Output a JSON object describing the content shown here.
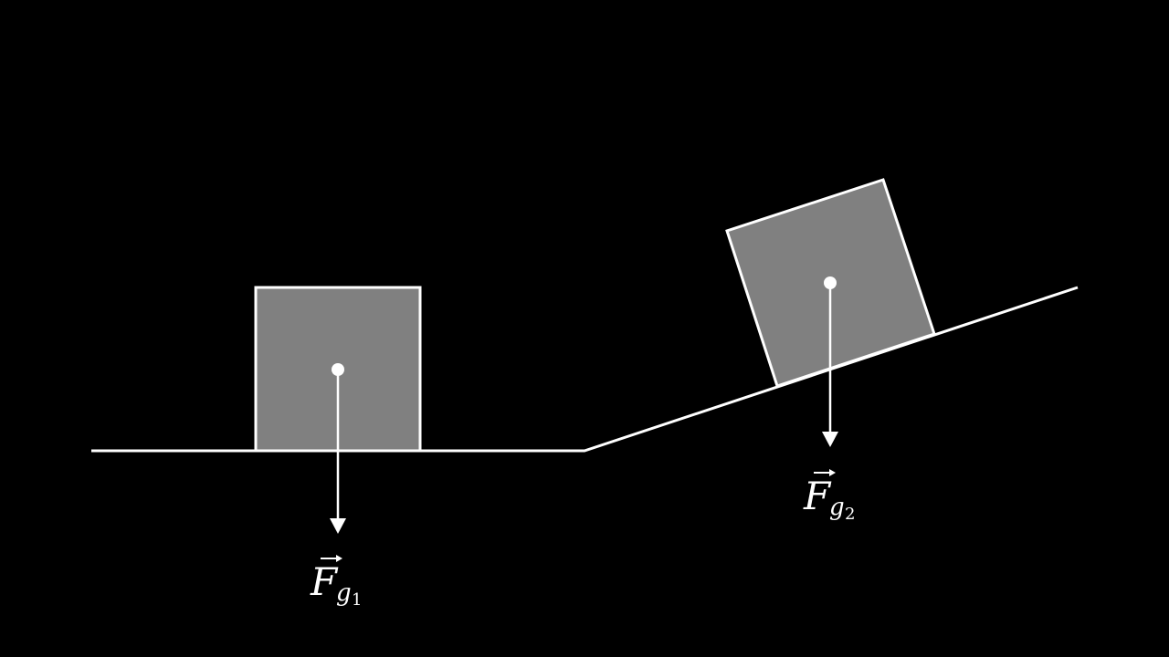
{
  "colors": {
    "background": "#000000",
    "block_fill": "#808080",
    "stroke": "#ffffff"
  },
  "forces": {
    "gravity_1": {
      "symbol": "F",
      "subscript": "g",
      "subsubscript": "1"
    },
    "gravity_2": {
      "symbol": "F",
      "subscript": "g",
      "subsubscript": "2"
    }
  }
}
